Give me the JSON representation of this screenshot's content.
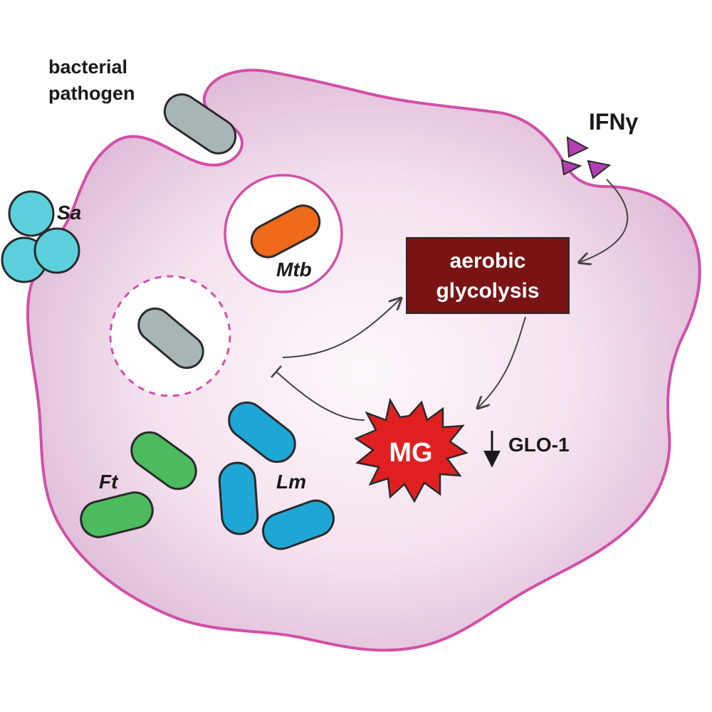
{
  "labels": {
    "bacterial_line1": "bacterial",
    "bacterial_line2": "pathogen",
    "ifng": "IFNγ",
    "sa": "Sa",
    "mtb": "Mtb",
    "ft": "Ft",
    "lm": "Lm",
    "glo1": "GLO-1",
    "mg": "MG"
  },
  "glycolysis_box": {
    "line1": "aerobic",
    "line2": "glycolysis"
  },
  "colors": {
    "cell_fill_center": "#fdf7fb",
    "cell_fill_edge": "#e3c2dc",
    "cell_outline": "#d24fa8",
    "pathogen_gray": "#a9b4b7",
    "mtb_orange": "#f06a1c",
    "sa_cyan": "#5ccfdc",
    "ft_green": "#4cbb5e",
    "lm_blue": "#1ea6d6",
    "glycolysis_box": "#7a1414",
    "mg_burst": "#e02020",
    "ifng_triangle": "#b340b3"
  }
}
